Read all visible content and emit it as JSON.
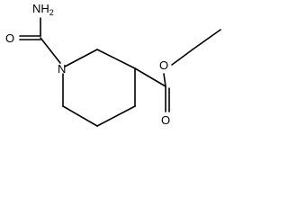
{
  "molecule": {
    "atoms": {
      "amide_nitrogen": {
        "label": "NH",
        "subscript": "2"
      },
      "amide_oxygen": {
        "label": "O"
      },
      "ring_nitrogen": {
        "label": "N"
      },
      "ester_carbonyl_oxygen": {
        "label": "O"
      },
      "ester_oxygen": {
        "label": "O"
      }
    },
    "colors": {
      "bond": "#000000",
      "text": "#000000",
      "background": "#ffffff"
    }
  }
}
